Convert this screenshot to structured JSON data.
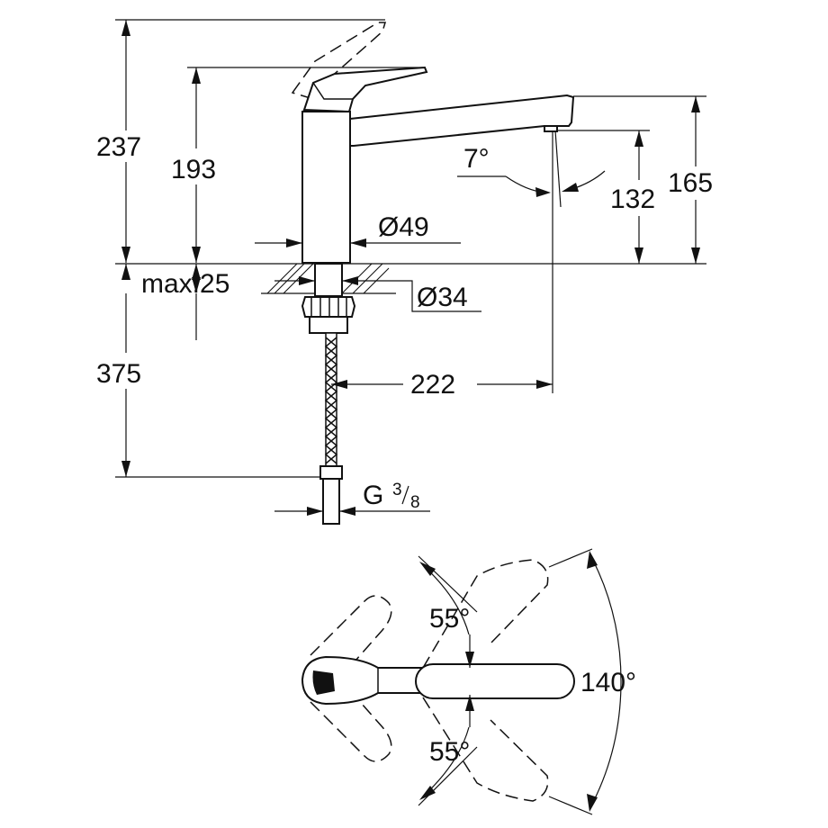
{
  "side_view": {
    "dim_total_height": "237",
    "dim_body_height": "193",
    "dim_outlet_height": "165",
    "dim_clearance": "132",
    "dim_angle": "7°",
    "dim_body_diameter": "Ø49",
    "dim_mount_diameter": "Ø34",
    "dim_max_thickness": "max.25",
    "dim_hose_length": "375",
    "dim_reach": "222",
    "dim_thread_main": "G",
    "dim_thread_num": "3",
    "dim_thread_den": "8"
  },
  "top_view": {
    "angle_upper": "55°",
    "angle_lower": "55°",
    "angle_total": "140°"
  }
}
